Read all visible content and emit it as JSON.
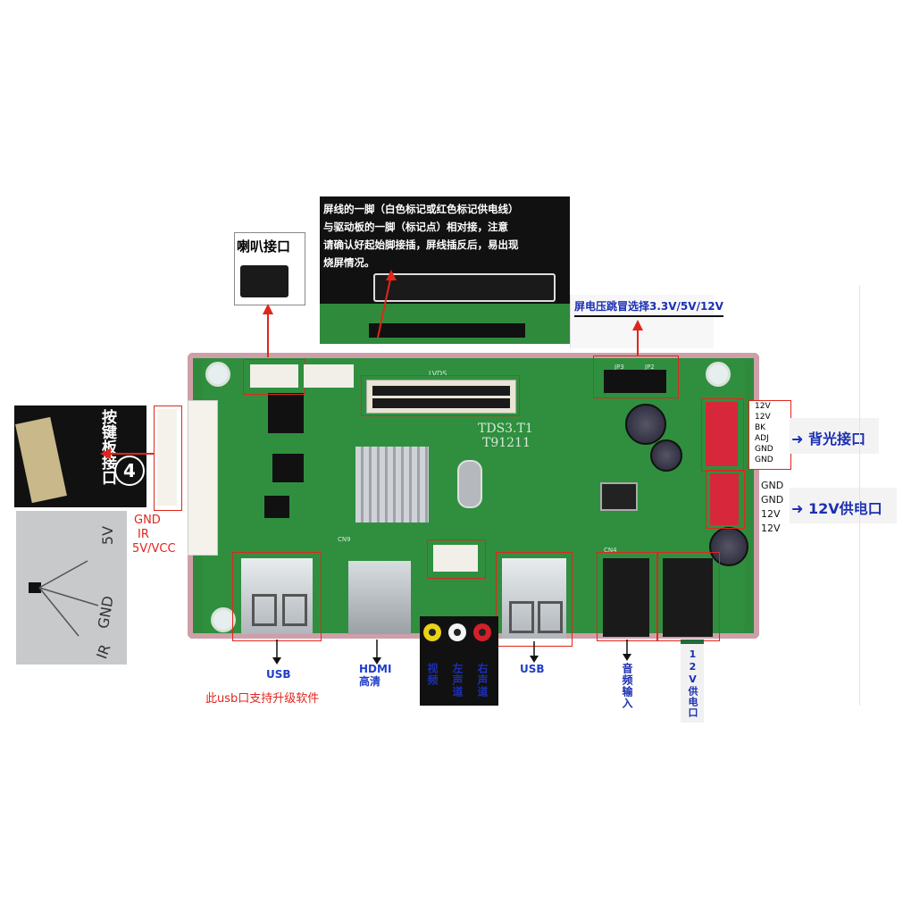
{
  "screen_note": {
    "lines": [
      "屏线的一脚（白色标记或红色标记供电线）",
      "与驱动板的一脚（标记点）相对接，注意",
      "请确认好起始脚接插，屏线插反后，易出现",
      "烧屏情况。"
    ]
  },
  "labels": {
    "speaker": "喇叭接口",
    "voltage_jumper": "屏电压跳冒选择3.3V/5V/12V",
    "keypad": "按键板接口",
    "keypad_number": "4",
    "backlight": "背光接口",
    "power12v": "12V供电口",
    "usb_left": "USB",
    "hdmi": "HDMI\n高清",
    "video": "视频",
    "left_channel": "左声道",
    "right_channel": "右声道",
    "usb_right": "USB",
    "audio_in": "音频输入",
    "power12v_bottom": "12V供电口",
    "usb_upgrade": "此usb口支持升级软件"
  },
  "backlight_pins": [
    "12V",
    "12V",
    "BK",
    "ADJ",
    "GND",
    "GND"
  ],
  "power_pins": [
    "GND",
    "GND",
    "12V",
    "12V"
  ],
  "ir_pins": [
    "GND",
    "IR",
    "5V/VCC"
  ],
  "ir_photo_labels": [
    "5V",
    "GND",
    "IR"
  ],
  "board_marks": {
    "model1": "TDS3.T1",
    "model2": "T91211",
    "lvds": "LVDS",
    "jp3": "JP3",
    "jp2": "JP2",
    "cn4": "CN4",
    "cn9": "CN9"
  },
  "colors": {
    "board": "#2f8a3c",
    "accent_red": "#e0261c",
    "label_blue": "#1f3ec9"
  }
}
